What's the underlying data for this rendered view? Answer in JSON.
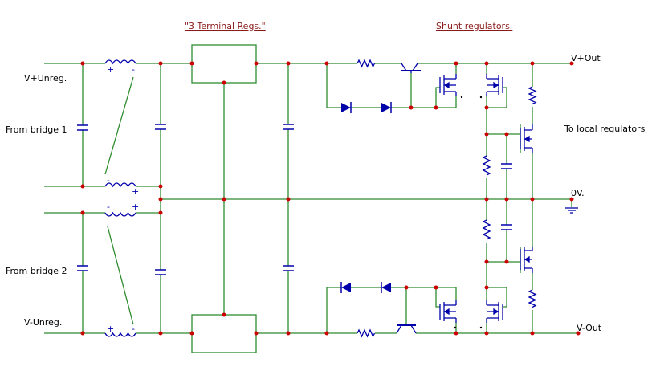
{
  "headings": {
    "three_terminal": "\"3 Terminal Regs.\"",
    "shunt": "Shunt regulators."
  },
  "labels": {
    "v_plus_unreg": "V+Unreg.",
    "from_bridge_1": "From bridge 1",
    "from_bridge_2": "From bridge 2",
    "v_minus_unreg": "V-Unreg.",
    "v_plus_out": "V+Out",
    "to_local_regulators": "To local regulators",
    "zero_v": "0V.",
    "v_minus_out": "V-Out"
  },
  "inductor_marks": {
    "plus": "+",
    "minus": "-"
  },
  "colors": {
    "wire": "#2e8b2e",
    "component": "#0000aa",
    "node": "#cc0000",
    "heading": "#8b1a1a",
    "background": "#ffffff"
  }
}
